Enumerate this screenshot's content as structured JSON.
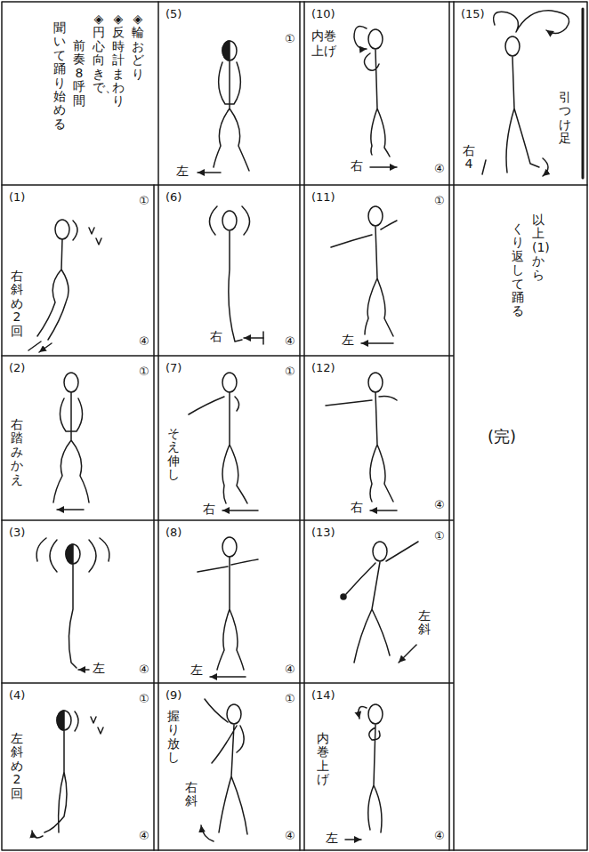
{
  "diagram": {
    "nodes": [
      {
        "text": [
          "◈輪おどり",
          "◈反時計まわり",
          "◈円心向きで、",
          "前奏8呼間",
          "聞いて踊り始める"
        ]
      },
      {
        "text": [
          "(1)",
          "右斜め2回",
          "①",
          "④"
        ]
      },
      {
        "text": [
          "(2)",
          "右踏みかえ",
          "①"
        ]
      },
      {
        "text": [
          "(3)",
          "左",
          "④"
        ]
      },
      {
        "text": [
          "(4)",
          "左斜め2回",
          "①",
          "④"
        ]
      },
      {
        "text": [
          "(5)",
          "左",
          "①"
        ]
      },
      {
        "text": [
          "(6)",
          "右",
          "④"
        ]
      },
      {
        "text": [
          "(7)",
          "そえ伸し",
          "右",
          "①"
        ]
      },
      {
        "text": [
          "(8)",
          "左",
          "④"
        ]
      },
      {
        "text": [
          "(9)",
          "握り放し",
          "右斜",
          "①",
          "④"
        ]
      },
      {
        "text": [
          "(10)",
          "内巻上げ",
          "右",
          "④"
        ]
      },
      {
        "text": [
          "(11)",
          "左",
          "①"
        ]
      },
      {
        "text": [
          "(12)",
          "右",
          "④"
        ]
      },
      {
        "text": [
          "(13)",
          "左斜",
          "①"
        ]
      },
      {
        "text": [
          "(14)",
          "内巻上げ",
          "左",
          "④"
        ]
      },
      {
        "text": [
          "(15)",
          "引つけ足",
          "右 4"
        ]
      }
    ],
    "labels": [
      "以上(1)から",
      "くり返して踊る",
      "(完)"
    ]
  }
}
